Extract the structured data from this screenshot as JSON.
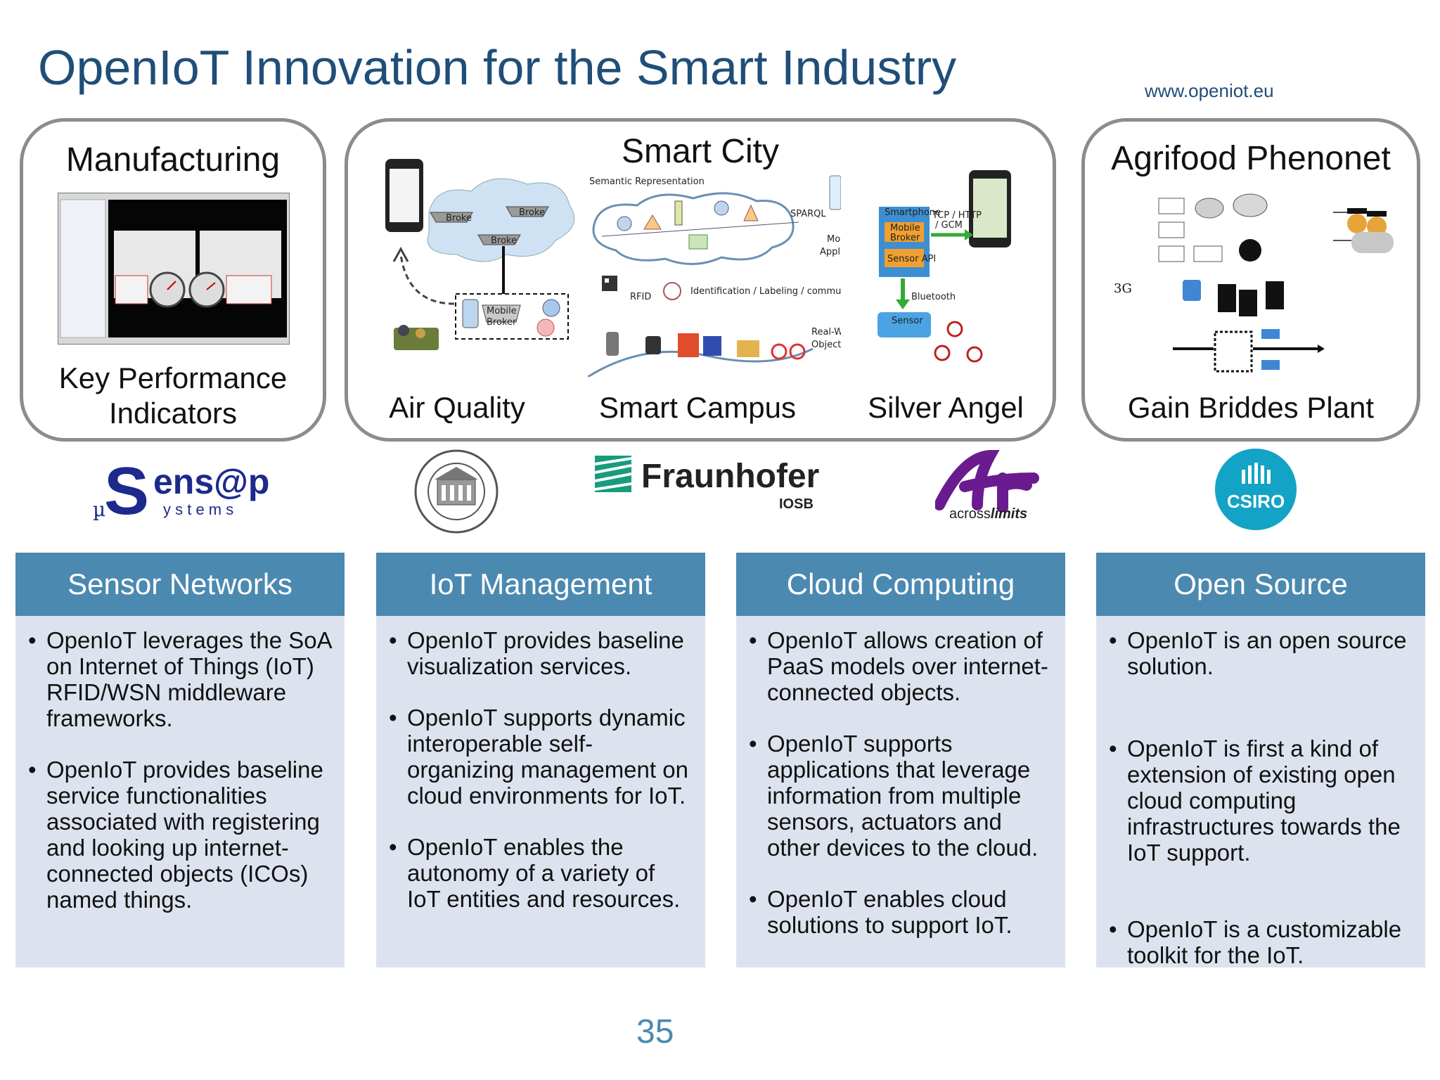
{
  "header": {
    "title": "OpenIoT Innovation for the Smart Industry",
    "url": "www.openiot.eu"
  },
  "panels": {
    "manufacturing": {
      "title": "Manufacturing",
      "caption_line1": "Key Performance",
      "caption_line2": "Indicators"
    },
    "smart_city": {
      "title": "Smart City",
      "captions": [
        "Air Quality",
        "Smart Campus",
        "Silver Angel"
      ],
      "diagram_labels": {
        "broker1": "Broke",
        "broker2": "Broke",
        "broker3": "Broke",
        "mobile_broker_1": "Mobile",
        "mobile_broker_2": "Broker",
        "semantic": "Semantic Representation",
        "sparql": "SPARQL",
        "mobile_apps_1": "Mobile",
        "mobile_apps_2": "Applications",
        "rfid": "RFID",
        "identification": "Identification / Labeling / communication",
        "real_world_1": "Real-World",
        "real_world_2": "Objects",
        "smartphone": "Smartphone",
        "mobile_broker_sa_1": "Mobile",
        "mobile_broker_sa_2": "Broker",
        "sensor_api": "Sensor API",
        "tcp": "TCP / HTTP",
        "gcm": "/ GCM",
        "bluetooth": "Bluetooth",
        "sensor": "Sensor"
      }
    },
    "agrifood": {
      "title": "Agrifood Phenonet",
      "caption": "Gain Briddes Plant",
      "label_3g": "3G"
    }
  },
  "logos": {
    "sensap_main": "ens@p",
    "sensap_sub": "y s t e m s",
    "sensap_mu": "µ",
    "sensap_s": "S",
    "fraunhofer_main": "Fraunhofer",
    "fraunhofer_sub": "IOSB",
    "acrosslimits": "across",
    "acrosslimits_em": "limits",
    "csiro": "CSIRO"
  },
  "columns": [
    {
      "heading": "Sensor Networks",
      "items": [
        "OpenIoT leverages the SoA on Internet of Things (IoT) RFID/WSN middleware frameworks.",
        "OpenIoT provides baseline service functionalities associated with registering and looking up internet-connected objects  (ICOs) named things."
      ]
    },
    {
      "heading": "IoT Management",
      "items": [
        "OpenIoT provides baseline visualization services.",
        "OpenIoT supports dynamic interoperable self-organizing management on cloud environments for IoT.",
        "OpenIoT enables the autonomy of a variety of IoT entities and resources."
      ]
    },
    {
      "heading": "Cloud Computing",
      "items": [
        "OpenIoT allows creation of PaaS models over internet-connected objects.",
        "OpenIoT supports applications that leverage information from multiple sensors, actuators and other devices to the cloud.",
        "OpenIoT enables cloud solutions to support IoT."
      ]
    },
    {
      "heading": "Open Source",
      "items": [
        "OpenIoT is an open source solution.",
        "OpenIoT is first a kind of extension of existing open cloud computing infrastructures towards the IoT support.",
        "OpenIoT is a customizable toolkit for the IoT."
      ]
    }
  ],
  "footer": {
    "page_number": "35"
  }
}
